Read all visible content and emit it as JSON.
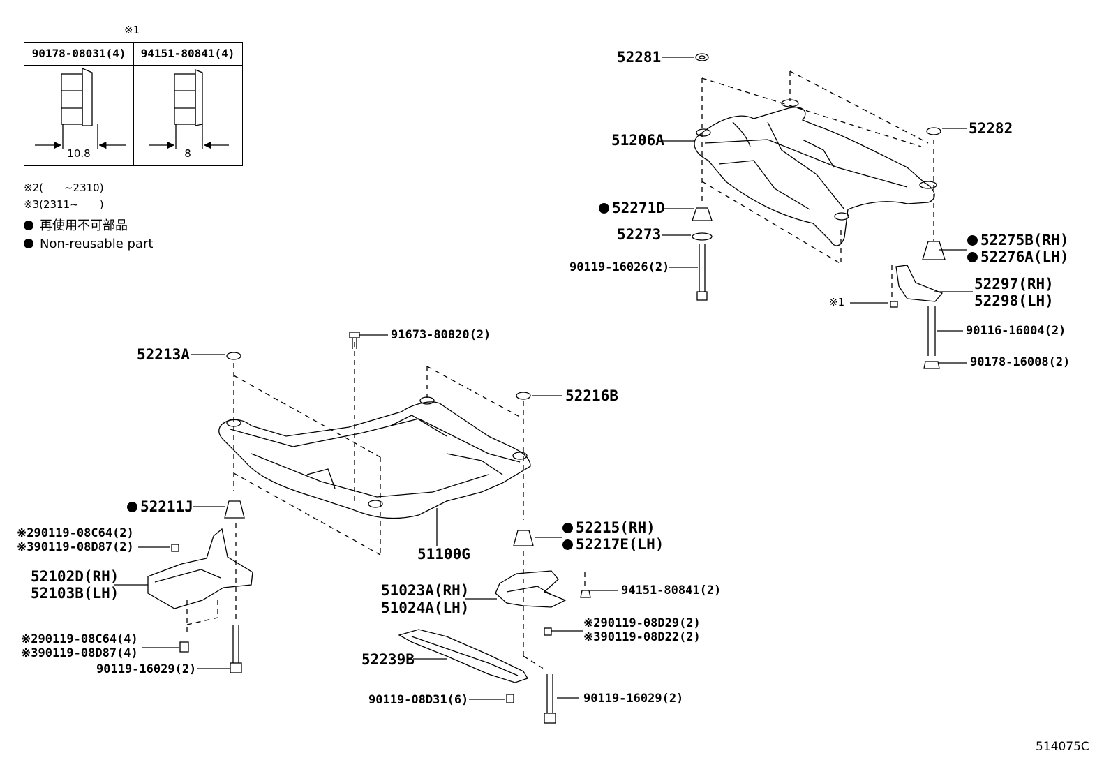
{
  "reference_box": {
    "note_mark": "※1",
    "col1": {
      "part": "90178-08031(4)",
      "dimension": "10.8"
    },
    "col2": {
      "part": "94151-80841(4)",
      "dimension": "8"
    }
  },
  "notes": {
    "note2": "※2(　　~2310)",
    "note3": "※3(2311~　　)"
  },
  "legend": {
    "jp": "再使用不可部品",
    "en": "Non-reusable part"
  },
  "figure_id": "514075C",
  "rear_labels": {
    "p52281": "52281",
    "p51206A": "51206A",
    "p52271D": "52271D",
    "p52273": "52273",
    "p90119_16026": "90119-16026(2)",
    "p52282": "52282",
    "p52275B": "52275B(RH)",
    "p52276A": "52276A(LH)",
    "p52297": "52297(RH)",
    "p52298": "52298(LH)",
    "mark1": "※1",
    "p90116_16004": "90116-16004(2)",
    "p90178_16008": "90178-16008(2)"
  },
  "front_labels": {
    "p91673_80820": "91673-80820(2)",
    "p52213A": "52213A",
    "p52216B": "52216B",
    "p52211J": "52211J",
    "p90119_08C64_a": "※290119-08C64(2)",
    "p90119_08D87_a": "※390119-08D87(2)",
    "p52102D": "52102D(RH)",
    "p52103B": "52103B(LH)",
    "p51100G": "51100G",
    "p52215": "52215(RH)",
    "p52217E": "52217E(LH)",
    "p51023A": "51023A(RH)",
    "p51024A": "51024A(LH)",
    "p94151_80841": "94151-80841(2)",
    "p90119_08D29": "※290119-08D29(2)",
    "p90119_08D22": "※390119-08D22(2)",
    "p90119_08C64_b": "※290119-08C64(4)",
    "p90119_08D87_b": "※390119-08D87(4)",
    "p90119_16029_a": "90119-16029(2)",
    "p52239B": "52239B",
    "p90119_08D31": "90119-08D31(6)",
    "p90119_16029_b": "90119-16029(2)"
  }
}
